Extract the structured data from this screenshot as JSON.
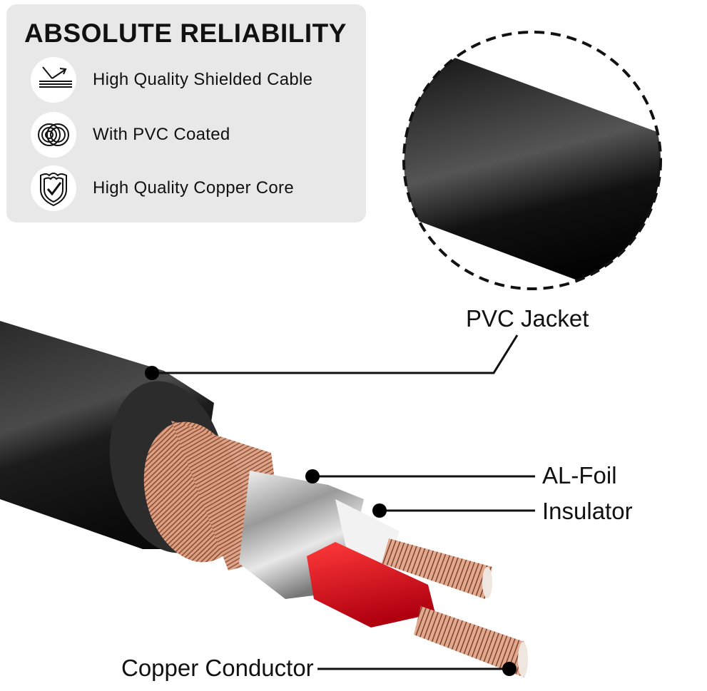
{
  "panel": {
    "title": "ABSOLUTE RELIABILITY",
    "features": [
      {
        "icon": "shield-reflect-icon",
        "label": "High Quality Shielded Cable"
      },
      {
        "icon": "rings-icon",
        "label": "With PVC Coated"
      },
      {
        "icon": "badge-check-icon",
        "label": "High Quality Copper Core"
      }
    ]
  },
  "callouts": {
    "pvc_jacket": "PVC Jacket",
    "al_foil": "AL-Foil",
    "insulator": "Insulator",
    "copper_conductor": "Copper Conductor"
  },
  "colors": {
    "panel_bg": "#e8e8e8",
    "jacket": "#1a1a1a",
    "copper": "#d8987a",
    "foil": "#cfcfcf",
    "red_insulation": "#e0101a"
  }
}
